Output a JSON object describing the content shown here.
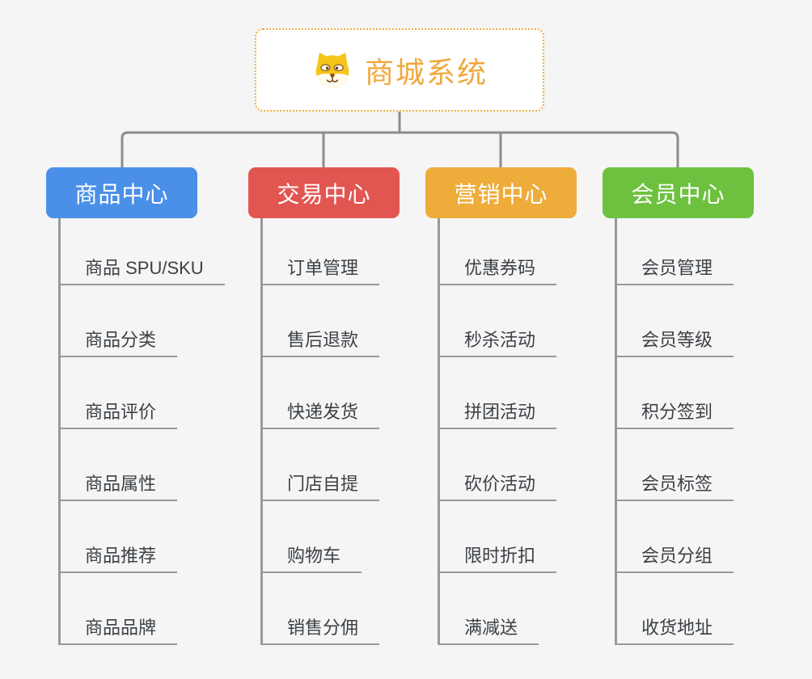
{
  "canvas": {
    "background_color": "#F5F5F5",
    "connector_color": "#8C8C8C",
    "underline_color": "#999999"
  },
  "root": {
    "title": "商城系统",
    "icon": "dog-face-icon",
    "text_color": "#F0A83C",
    "border_color": "#F3AE3D"
  },
  "branches": [
    {
      "id": "product-center",
      "label": "商品中心",
      "color": "#4A90E8",
      "children": [
        "商品 SPU/SKU",
        "商品分类",
        "商品评价",
        "商品属性",
        "商品推荐",
        "商品品牌"
      ]
    },
    {
      "id": "trade-center",
      "label": "交易中心",
      "color": "#E25652",
      "children": [
        "订单管理",
        "售后退款",
        "快递发货",
        "门店自提",
        "购物车",
        "销售分佣"
      ]
    },
    {
      "id": "marketing-center",
      "label": "营销中心",
      "color": "#EEAC3B",
      "children": [
        "优惠券码",
        "秒杀活动",
        "拼团活动",
        "砍价活动",
        "限时折扣",
        "满减送"
      ]
    },
    {
      "id": "member-center",
      "label": "会员中心",
      "color": "#6EC13F",
      "children": [
        "会员管理",
        "会员等级",
        "积分签到",
        "会员标签",
        "会员分组",
        "收货地址"
      ]
    }
  ]
}
